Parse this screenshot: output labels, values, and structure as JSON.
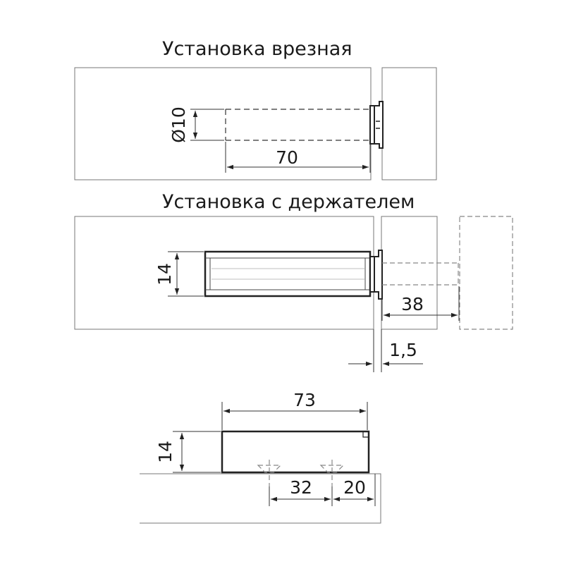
{
  "titles": {
    "mortise": "Установка врезная",
    "holder": "Установка с держателем"
  },
  "dimensions": {
    "diameter": "Ø10",
    "depth": "70",
    "holder_height": "14",
    "extension": "38",
    "gap": "1,5",
    "length": "73",
    "base_height": "14",
    "hole_spacing": "32",
    "hole_offset": "20"
  }
}
